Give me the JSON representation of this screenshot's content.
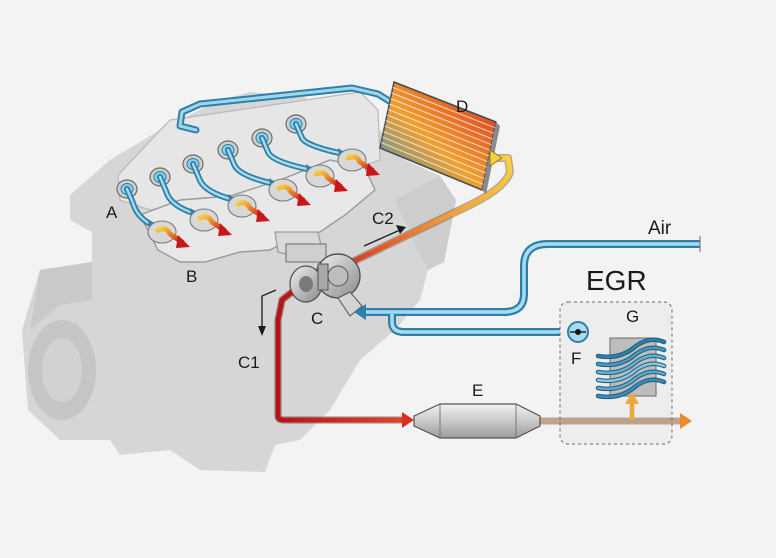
{
  "labels": {
    "a": "A",
    "b": "B",
    "c": "C",
    "c1": "C1",
    "c2": "C2",
    "d": "D",
    "e": "E",
    "f": "F",
    "g": "G",
    "air": "Air",
    "egr": "EGR"
  },
  "colors": {
    "background": "#f3f3f3",
    "engine": "#d6d6d6",
    "engine_shadow": "#c4c4c4",
    "manifold": "#e4e4e4",
    "intake_dark": "#2f7fa6",
    "intake_light": "#8fd0ea",
    "exhaust_red": "#c4141a",
    "exhaust_orange": "#ee8a2a",
    "exhaust_yellow": "#f4cf3a",
    "egr_box": "#bfbfbf"
  }
}
